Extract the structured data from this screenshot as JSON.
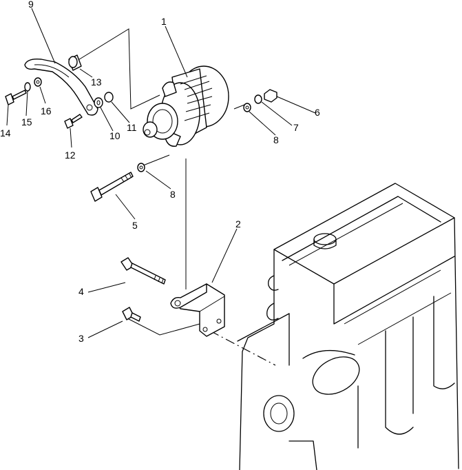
{
  "callouts": [
    {
      "id": "1",
      "text": "1"
    },
    {
      "id": "2",
      "text": "2"
    },
    {
      "id": "3",
      "text": "3"
    },
    {
      "id": "4",
      "text": "4"
    },
    {
      "id": "5",
      "text": "5"
    },
    {
      "id": "6",
      "text": "6"
    },
    {
      "id": "7",
      "text": "7"
    },
    {
      "id": "8a",
      "text": "8"
    },
    {
      "id": "8b",
      "text": "8"
    },
    {
      "id": "9",
      "text": "9"
    },
    {
      "id": "10",
      "text": "10"
    },
    {
      "id": "11",
      "text": "11"
    },
    {
      "id": "12",
      "text": "12"
    },
    {
      "id": "13",
      "text": "13"
    },
    {
      "id": "14",
      "text": "14"
    },
    {
      "id": "15",
      "text": "15"
    },
    {
      "id": "16",
      "text": "16"
    }
  ]
}
